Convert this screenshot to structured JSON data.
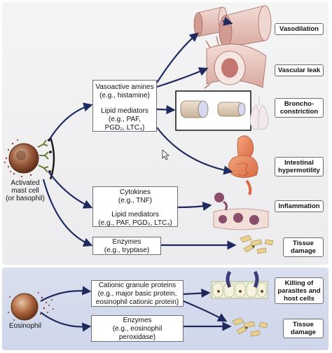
{
  "mast_cell": {
    "label_lines": [
      "Activated",
      "mast cell",
      "(or basophil)"
    ]
  },
  "eosinophil": {
    "label": "Eosinophil"
  },
  "mediator_boxes": {
    "amines_lipids": {
      "lines": [
        "Vasoactive amines",
        "(e.g., histamine)",
        "",
        "Lipid mediators",
        "(e.g., PAF,",
        "PGD₂, LTC₄)"
      ]
    },
    "cytokines_lipids": {
      "lines": [
        "Cytokines",
        "(e.g., TNF)",
        "",
        "Lipid mediators",
        "(e.g., PAF, PGD₂, LTC₄)"
      ]
    },
    "enzymes_mast": {
      "lines": [
        "Enzymes",
        "(e.g., tryptase)"
      ]
    },
    "cationic": {
      "lines": [
        "Cationic granule proteins",
        "(e.g., major basic protein,",
        "eosinophil cationic protein)"
      ]
    },
    "enzymes_eos": {
      "lines": [
        "Enzymes",
        "(e.g., eosinophil",
        "peroxidase)"
      ]
    }
  },
  "effects": {
    "vasodilation": [
      "Vasodilation"
    ],
    "vascular_leak": [
      "Vascular leak"
    ],
    "bronchoconstriction": [
      "Broncho-",
      "constriction"
    ],
    "intestinal": [
      "Intestinal",
      "hypermotility"
    ],
    "inflammation": [
      "Inflammation"
    ],
    "tissue_damage_1": [
      "Tissue",
      "damage"
    ],
    "killing": [
      "Killing of",
      "parasites and",
      "host cells"
    ],
    "tissue_damage_2": [
      "Tissue",
      "damage"
    ]
  },
  "colors": {
    "arrow": "#1f2a5e",
    "top_panel": "#eeeef0",
    "bottom_panel": "#d4dbec",
    "vessel": "#e8c9c4",
    "vessel_dark": "#a34a4a",
    "cell_body": "#8a4a2e",
    "granule": "#9c2a2a"
  }
}
